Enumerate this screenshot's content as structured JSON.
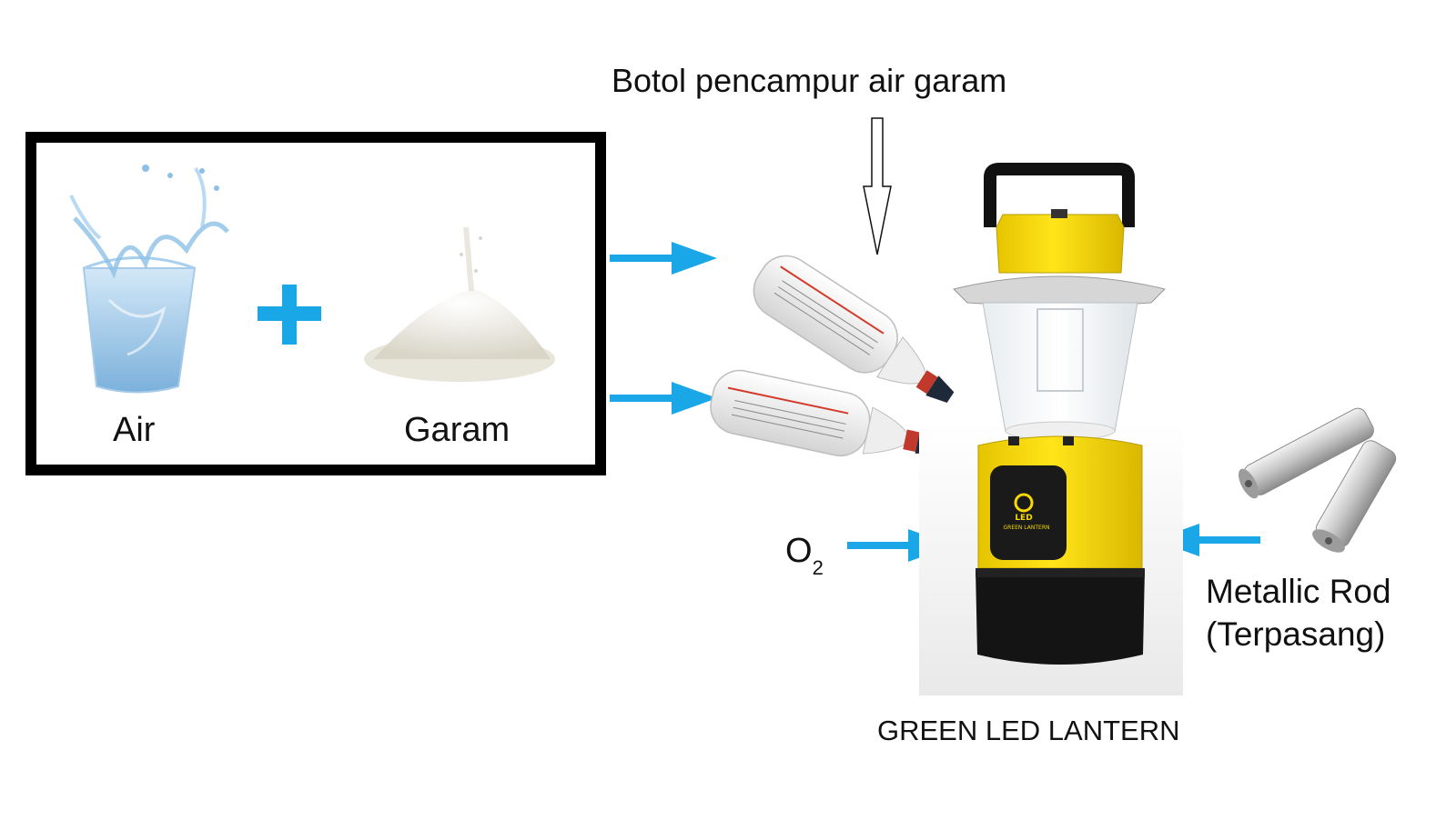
{
  "labels": {
    "air": "Air",
    "garam": "Garam",
    "botol": "Botol pencampur air garam",
    "o2_main": "O",
    "o2_sub": "2",
    "rod_line1": "Metallic Rod",
    "rod_line2": "(Terpasang)",
    "lantern_caption": "GREEN LED LANTERN",
    "lantern_logo_line1": "LED",
    "lantern_logo_line2": "GREEN LANTERN"
  },
  "colors": {
    "arrow": "#1aa7e8",
    "plus": "#1aa7e8",
    "frame": "#000000",
    "lantern_yellow": "#f7d900",
    "lantern_black": "#141414"
  },
  "icons": [
    "water-glass-icon",
    "salt-pile-icon",
    "plus-icon",
    "saltwater-bottle-icon",
    "lantern-icon",
    "metallic-rod-icon",
    "arrow-icon"
  ]
}
